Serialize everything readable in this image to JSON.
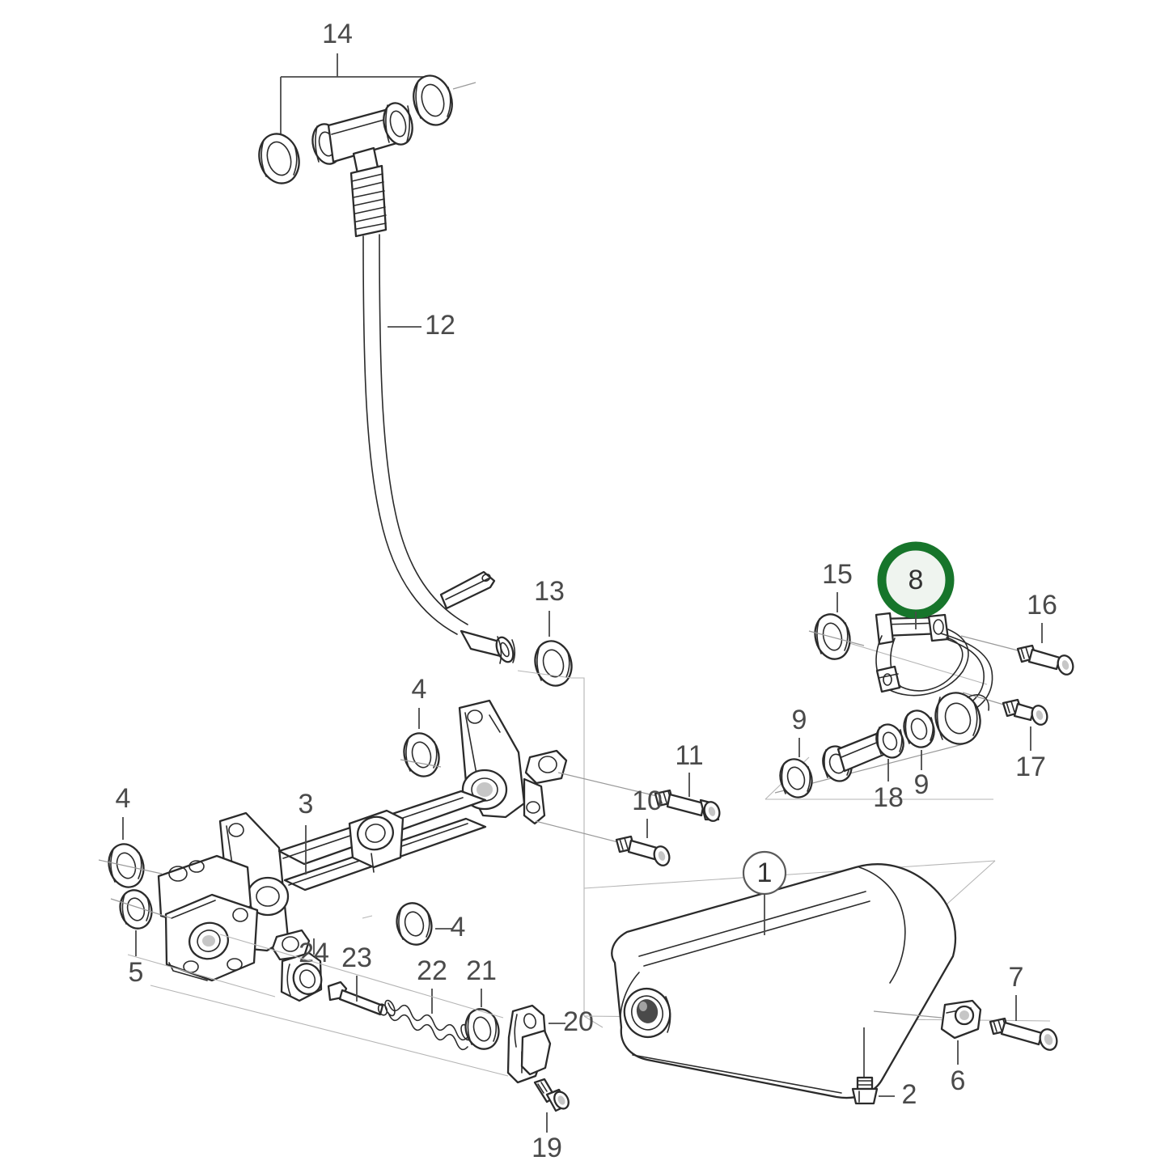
{
  "diagram": {
    "type": "exploded-parts-diagram",
    "title": "",
    "background_color": "#ffffff",
    "line_color": "#2b2b2b",
    "label_color": "#4a4a4a",
    "highlight_color": "#17752b",
    "highlight_fill": "#eff4ef",
    "highlighted_item": "8"
  },
  "labels": {
    "n1": "1",
    "n2": "2",
    "n3": "3",
    "n4a": "4",
    "n4b": "4",
    "n4c": "4",
    "n5": "5",
    "n6": "6",
    "n7": "7",
    "n8": "8",
    "n9a": "9",
    "n9b": "9",
    "n10": "10",
    "n11": "11",
    "n12": "12",
    "n13": "13",
    "n14": "14",
    "n15": "15",
    "n16": "16",
    "n17": "17",
    "n18": "18",
    "n19": "19",
    "n20": "20",
    "n21": "21",
    "n22": "22",
    "n23": "23",
    "n24": "24"
  },
  "parts": [
    {
      "ref": "1",
      "name": "tank-muffler-body",
      "callout": "circle"
    },
    {
      "ref": "2",
      "name": "drain-plug-screw",
      "callout": "leader"
    },
    {
      "ref": "3",
      "name": "mounting-bracket-rail",
      "callout": "leader"
    },
    {
      "ref": "4",
      "name": "o-ring",
      "callout": "leader"
    },
    {
      "ref": "5",
      "name": "o-ring-small",
      "callout": "leader"
    },
    {
      "ref": "6",
      "name": "retaining-clip",
      "callout": "leader"
    },
    {
      "ref": "7",
      "name": "hex-flange-bolt",
      "callout": "leader"
    },
    {
      "ref": "8",
      "name": "hose-clamp-bracket",
      "callout": "circle-highlighted"
    },
    {
      "ref": "9",
      "name": "o-ring-seal",
      "callout": "leader"
    },
    {
      "ref": "10",
      "name": "hex-bolt-short",
      "callout": "leader"
    },
    {
      "ref": "11",
      "name": "hex-bolt-long",
      "callout": "leader"
    },
    {
      "ref": "12",
      "name": "curved-pipe-tube",
      "callout": "leader"
    },
    {
      "ref": "13",
      "name": "o-ring-pipe",
      "callout": "leader"
    },
    {
      "ref": "14",
      "name": "t-fitting-assembly",
      "callout": "bracket"
    },
    {
      "ref": "15",
      "name": "o-ring-hose",
      "callout": "leader"
    },
    {
      "ref": "16",
      "name": "hex-bolt",
      "callout": "leader"
    },
    {
      "ref": "17",
      "name": "hex-bolt-stud",
      "callout": "leader"
    },
    {
      "ref": "18",
      "name": "connector-sleeve",
      "callout": "leader"
    },
    {
      "ref": "19",
      "name": "flange-bolt",
      "callout": "leader"
    },
    {
      "ref": "20",
      "name": "valve-lever-bracket",
      "callout": "leader"
    },
    {
      "ref": "21",
      "name": "washer-ring",
      "callout": "leader"
    },
    {
      "ref": "22",
      "name": "compression-spring",
      "callout": "leader"
    },
    {
      "ref": "23",
      "name": "pin-shaft",
      "callout": "leader"
    },
    {
      "ref": "24",
      "name": "bushing-cap",
      "callout": "leader"
    }
  ]
}
